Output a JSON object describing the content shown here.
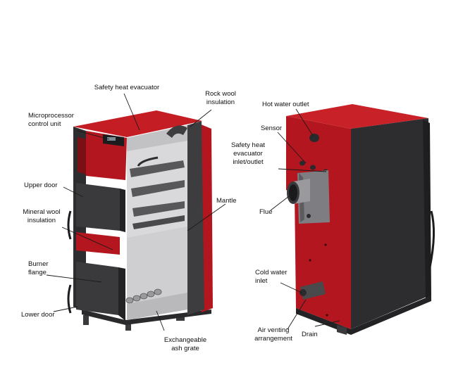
{
  "labels": {
    "safety_heat_evacuator": "Safety heat evacuator",
    "rock_wool_insulation": "Rock wool\ninsulation",
    "microprocessor_control_unit": "Microprocessor\ncontrol unit",
    "upper_door": "Upper door",
    "mineral_wool_insulation": "Mineral wool\ninsulation",
    "mantle": "Mantle",
    "burner_flange": "Burner\nflange",
    "lower_door": "Lower door",
    "exchangeable_ash_grate": "Exchangeable\nash grate",
    "hot_water_outlet": "Hot water outlet",
    "sensor": "Sensor",
    "safety_heat_evacuator_inlet_outlet": "Safety heat\nevacuator\ninlet/outlet",
    "flue": "Flue",
    "cold_water_inlet": "Cold water\ninlet",
    "air_venting_arrangement": "Air venting\narrangement",
    "drain": "Drain"
  },
  "colors": {
    "boiler_red": "#b3161e",
    "dark_red": "#7a0f14",
    "body_dark": "#2d2d2f",
    "body_mid": "#4a4a4d",
    "interior": "#d9d9db",
    "leader": "#1a1a1a"
  }
}
